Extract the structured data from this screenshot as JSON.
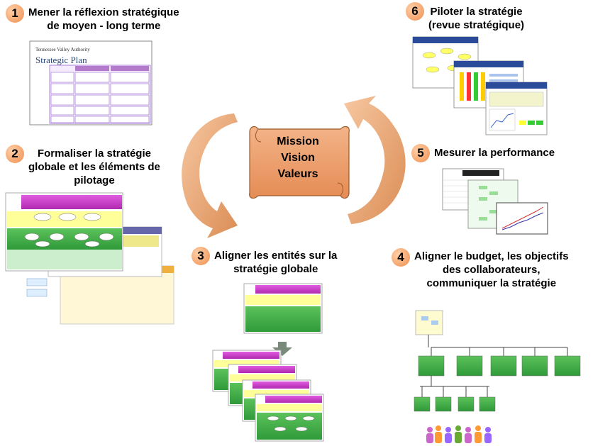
{
  "steps": [
    {
      "num": "1",
      "title": "Mener la réflexion stratégique\nde moyen - long terme"
    },
    {
      "num": "2",
      "title": "Formaliser la stratégie\nglobale et les éléments de\npilotage"
    },
    {
      "num": "3",
      "title": "Aligner les entités sur la\nstratégie globale"
    },
    {
      "num": "4",
      "title": "Aligner le budget, les objectifs\ndes collaborateurs,\ncommuniquer la stratégie"
    },
    {
      "num": "5",
      "title": "Mesurer la performance"
    },
    {
      "num": "6",
      "title": "Piloter la stratégie\n(revue stratégique)"
    }
  ],
  "center_scroll": {
    "lines": [
      "Mission",
      "Vision",
      "Valeurs"
    ]
  },
  "strategic_plan_doc": {
    "org": "Tennessee Valley Authority",
    "title": "Strategic Plan"
  },
  "colors": {
    "accent_orange": "#f4a26a",
    "arrow_orange": "#e6a472",
    "magenta": "#cc33cc",
    "green": "#33aa44",
    "yellow": "#f2e66a"
  },
  "icons": {
    "cycle_arrow_left": "curved-arrow",
    "cycle_arrow_right": "curved-arrow",
    "down_arrow": "down-arrow"
  }
}
